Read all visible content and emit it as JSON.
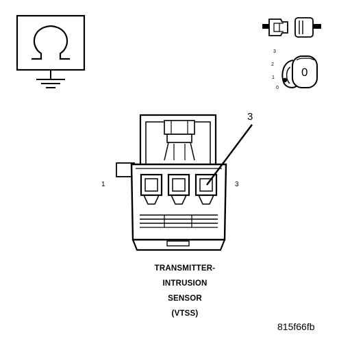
{
  "ohmmeter_symbol": {
    "icon": "ohm-ground-icon"
  },
  "connector_symbol": {
    "icon": "disconnected-connector-icon"
  },
  "ignition_symbol": {
    "icon": "ignition-key-icon",
    "positions": [
      "3",
      "2",
      "1",
      "0"
    ],
    "key_value": "0"
  },
  "connector": {
    "pin_left_label": "1",
    "pin_right_label": "3",
    "callout_label": "3"
  },
  "caption": {
    "line1": "TRANSMITTER-",
    "line2": "INTRUSION",
    "line3": "SENSOR",
    "line4": "(VTSS)"
  },
  "figure_id": "815f66fb"
}
